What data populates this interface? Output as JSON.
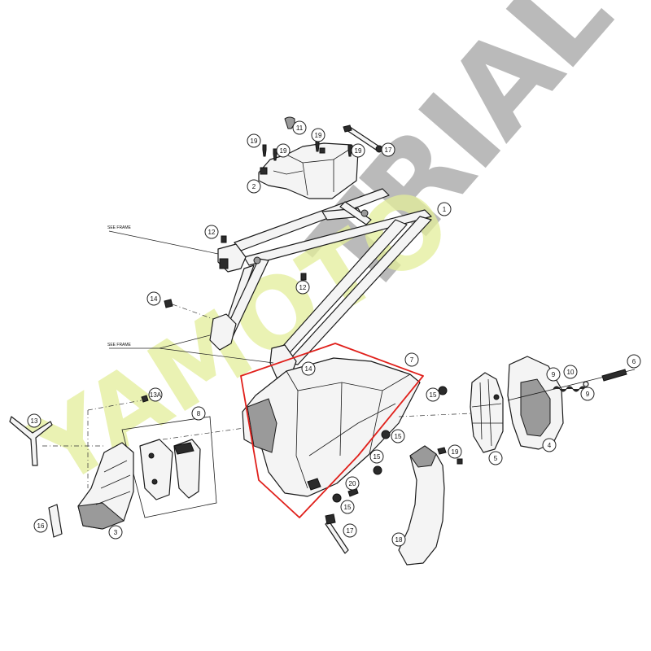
{
  "colors": {
    "highlight": "#e0201b",
    "watermark_gray": "#a9a9a9",
    "watermark_yellow": "#e3ed9a",
    "line": "#1a1a1a"
  },
  "watermark": {
    "text_gray": "TRIAL",
    "text_yellow": "YAMOTO"
  },
  "notes": {
    "see_frame_1": "SEE FRAME",
    "see_frame_2": "SEE FRAME"
  },
  "callouts": [
    "1",
    "2",
    "3",
    "4",
    "5",
    "6",
    "7",
    "8",
    "9",
    "9",
    "10",
    "11",
    "12",
    "12",
    "13",
    "13A",
    "14",
    "14",
    "15",
    "15",
    "15",
    "15",
    "16",
    "17",
    "17",
    "18",
    "19",
    "19",
    "19",
    "19",
    "19",
    "20"
  ]
}
